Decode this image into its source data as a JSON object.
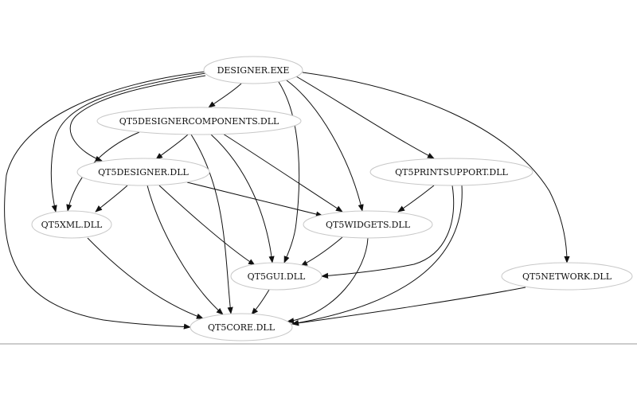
{
  "nodes": [
    {
      "id": "designer_exe",
      "label": "DESIGNER.EXE"
    },
    {
      "id": "components",
      "label": "QT5DESIGNERCOMPONENTS.DLL"
    },
    {
      "id": "designer_dll",
      "label": "QT5DESIGNER.DLL"
    },
    {
      "id": "printsupport",
      "label": "QT5PRINTSUPPORT.DLL"
    },
    {
      "id": "xml",
      "label": "QT5XML.DLL"
    },
    {
      "id": "widgets",
      "label": "QT5WIDGETS.DLL"
    },
    {
      "id": "gui",
      "label": "QT5GUI.DLL"
    },
    {
      "id": "network",
      "label": "QT5NETWORK.DLL"
    },
    {
      "id": "core",
      "label": "QT5CORE.DLL"
    }
  ],
  "edges": [
    {
      "from": "designer_exe",
      "to": "components"
    },
    {
      "from": "designer_exe",
      "to": "designer_dll"
    },
    {
      "from": "designer_exe",
      "to": "xml"
    },
    {
      "from": "designer_exe",
      "to": "core"
    },
    {
      "from": "designer_exe",
      "to": "gui"
    },
    {
      "from": "designer_exe",
      "to": "widgets"
    },
    {
      "from": "designer_exe",
      "to": "printsupport"
    },
    {
      "from": "designer_exe",
      "to": "network"
    },
    {
      "from": "components",
      "to": "designer_dll"
    },
    {
      "from": "components",
      "to": "xml"
    },
    {
      "from": "components",
      "to": "widgets"
    },
    {
      "from": "components",
      "to": "gui"
    },
    {
      "from": "components",
      "to": "core"
    },
    {
      "from": "designer_dll",
      "to": "xml"
    },
    {
      "from": "designer_dll",
      "to": "widgets"
    },
    {
      "from": "designer_dll",
      "to": "gui"
    },
    {
      "from": "designer_dll",
      "to": "core"
    },
    {
      "from": "printsupport",
      "to": "widgets"
    },
    {
      "from": "printsupport",
      "to": "gui"
    },
    {
      "from": "printsupport",
      "to": "core"
    },
    {
      "from": "xml",
      "to": "core"
    },
    {
      "from": "widgets",
      "to": "gui"
    },
    {
      "from": "widgets",
      "to": "core"
    },
    {
      "from": "gui",
      "to": "core"
    },
    {
      "from": "network",
      "to": "core"
    }
  ]
}
